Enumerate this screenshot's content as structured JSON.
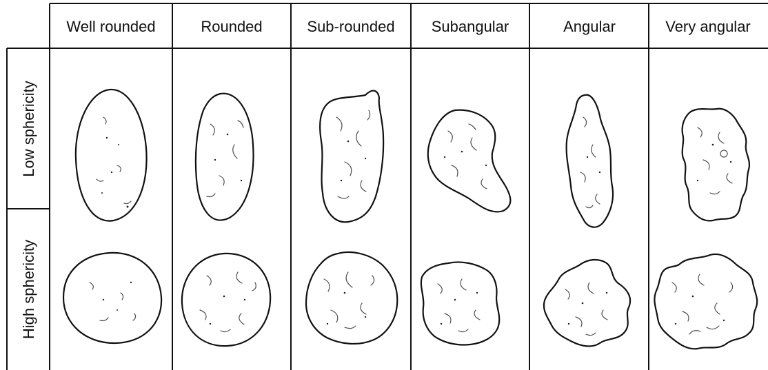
{
  "columns": [
    "Well rounded",
    "Rounded",
    "Sub-rounded",
    "Subangular",
    "Angular",
    "Very angular"
  ],
  "rows": [
    "Low sphericity",
    "High sphericity"
  ]
}
